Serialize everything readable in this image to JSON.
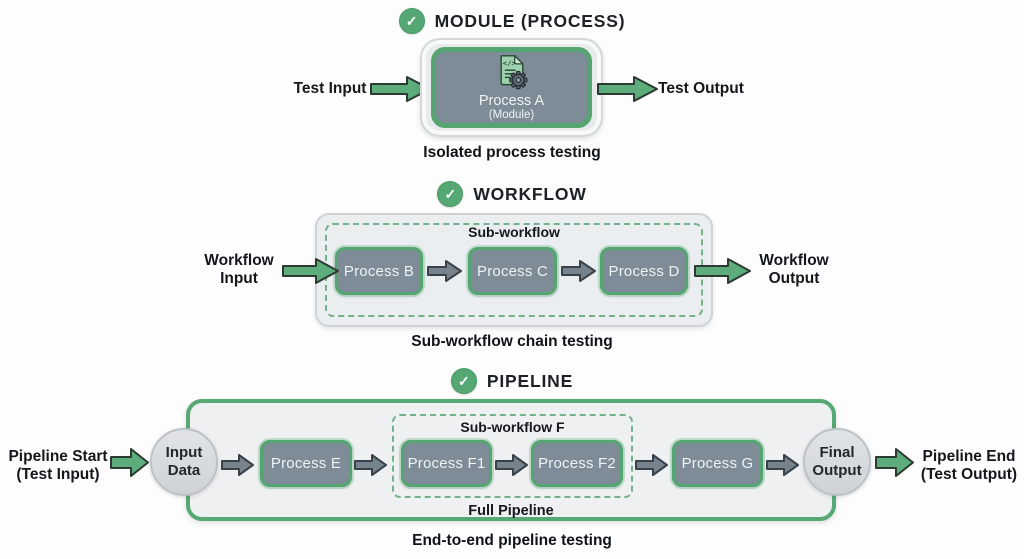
{
  "icons": {
    "checkmark_glyph": "✓",
    "module_icon": "code-document-with-gear"
  },
  "colors": {
    "accent_green": "#55a873",
    "node_slate": "#7e8c97",
    "node_border_green": "#54a572",
    "container_grey": "#ebeef0",
    "dashed_green": "#74b189",
    "arrow_green": "#5cac7c",
    "arrow_grey": "#76838d"
  },
  "module": {
    "title": "MODULE (PROCESS)",
    "input_label": "Test Input",
    "output_label": "Test Output",
    "node_title": "Process A",
    "node_subtitle": "(Module)",
    "caption": "Isolated process testing"
  },
  "workflow": {
    "title": "WORKFLOW",
    "input_line1": "Workflow",
    "input_line2": "Input",
    "output_line1": "Workflow",
    "output_line2": "Output",
    "group_label": "Sub-workflow",
    "nodes": [
      "Process B",
      "Process C",
      "Process D"
    ],
    "caption": "Sub-workflow chain testing"
  },
  "pipeline": {
    "title": "PIPELINE",
    "start_line1": "Pipeline Start",
    "start_line2": "(Test Input)",
    "end_line1": "Pipeline End",
    "end_line2": "(Test Output)",
    "input_node_line1": "Input",
    "input_node_line2": "Data",
    "output_node_line1": "Final",
    "output_node_line2": "Output",
    "group_label": "Sub-workflow F",
    "nodes": [
      "Process E",
      "Process F1",
      "Process F2",
      "Process G"
    ],
    "container_label": "Full Pipeline",
    "caption": "End-to-end pipeline testing"
  }
}
